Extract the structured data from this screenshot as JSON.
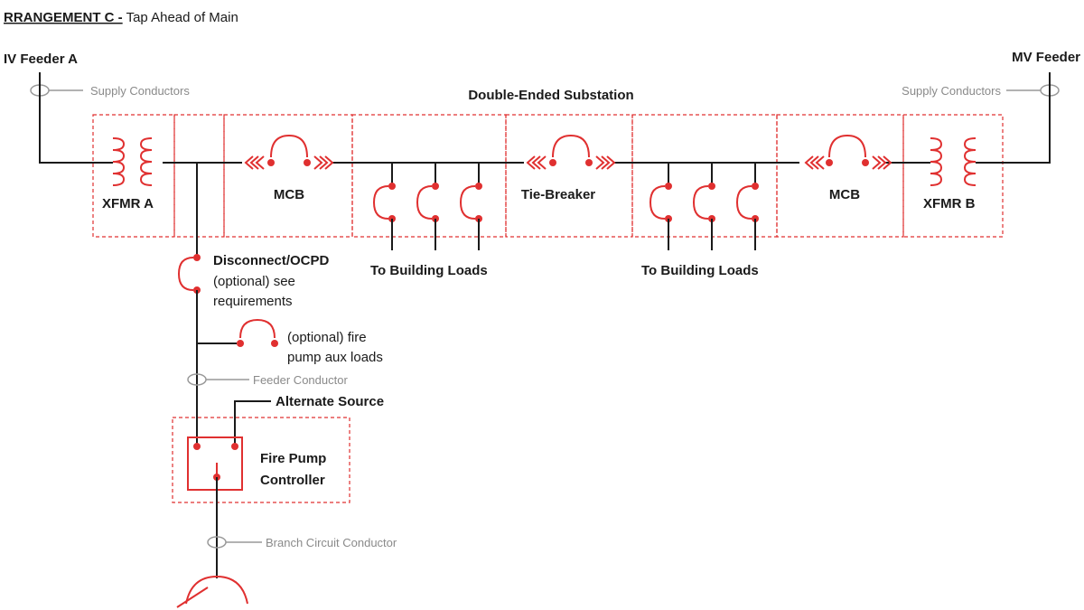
{
  "title": {
    "bold": "RRANGEMENT C -",
    "rest": " Tap Ahead of Main"
  },
  "feeders": {
    "left": "IV Feeder A",
    "right": "MV Feeder"
  },
  "supply_left": "Supply Conductors",
  "supply_right": "Supply Conductors",
  "substation": "Double-Ended Substation",
  "xfmr_a": "XFMR A",
  "xfmr_b": "XFMR B",
  "mcb_left": "MCB",
  "mcb_right": "MCB",
  "tie_breaker": "Tie-Breaker",
  "loads_left": "To Building Loads",
  "loads_right": "To Building Loads",
  "disconnect": {
    "line1": "Disconnect/OCPD",
    "line2": "(optional) see",
    "line3": "requirements"
  },
  "aux": {
    "line1": "(optional) fire",
    "line2": "pump aux loads"
  },
  "feeder_conductor": "Feeder Conductor",
  "alternate_source": "Alternate Source",
  "controller": {
    "line1": "Fire Pump",
    "line2": "Controller"
  },
  "branch": "Branch Circuit Conductor",
  "colors": {
    "accent": "#e03030",
    "line": "#1a1a1a",
    "muted": "#8a8a8a"
  }
}
